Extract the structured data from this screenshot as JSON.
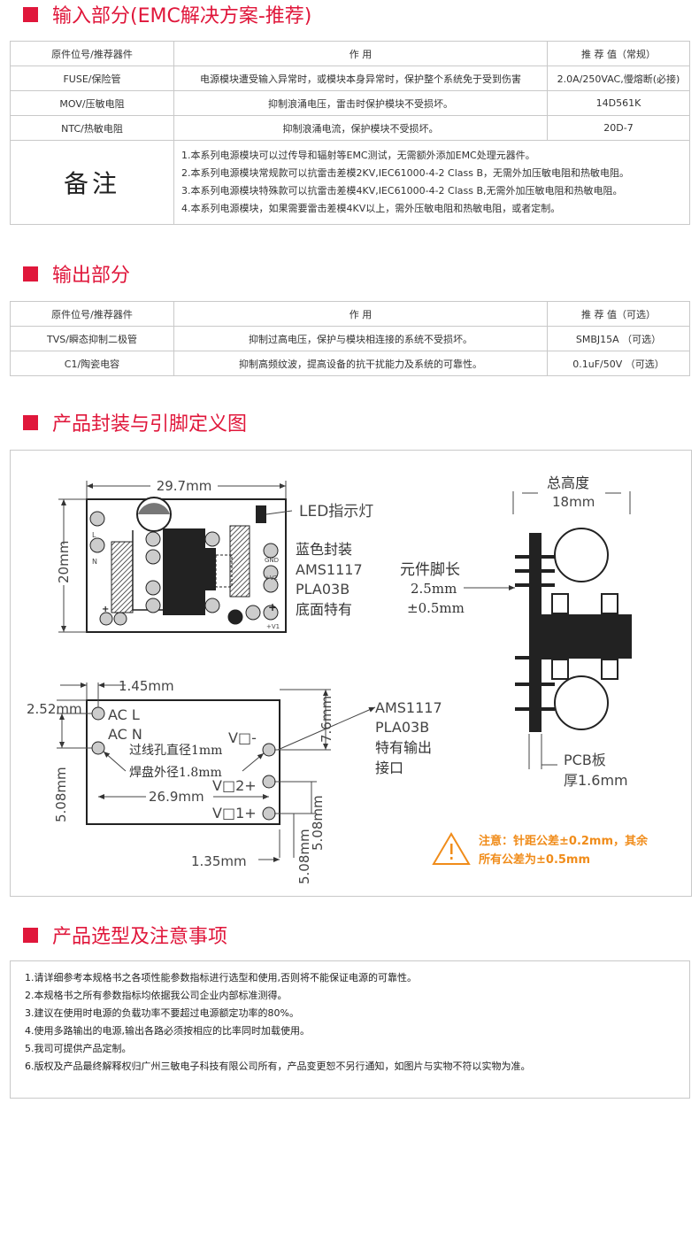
{
  "sections": {
    "input": {
      "title": "输入部分(EMC解决方案-推荐)"
    },
    "output": {
      "title": "输出部分"
    },
    "package": {
      "title": "产品封装与引脚定义图"
    },
    "selection": {
      "title": "产品选型及注意事项"
    }
  },
  "input_table": {
    "headers": [
      "原件位号/推荐器件",
      "作 用",
      "推 荐 值（常规）"
    ],
    "rows": [
      [
        "FUSE/保险管",
        "电源模块遭受输入异常时，或模块本身异常时，保护整个系统免于受到伤害",
        "2.0A/250VAC,慢熔断(必接)"
      ],
      [
        "MOV/压敏电阻",
        "抑制浪涌电压，雷击时保护模块不受损坏。",
        "14D561K"
      ],
      [
        "NTC/热敏电阻",
        "抑制浪涌电流，保护模块不受损坏。",
        "20D-7"
      ]
    ],
    "note_label": "备注",
    "notes": [
      "1.本系列电源模块可以过传导和辐射等EMC测试，无需额外添加EMC处理元器件。",
      "2.本系列电源模块常规款可以抗雷击差模2KV,IEC61000-4-2 Class B，无需外加压敏电阻和热敏电阻。",
      "3.本系列电源模块特殊款可以抗雷击差模4KV,IEC61000-4-2 Class B,无需外加压敏电阻和热敏电阻。",
      "4.本系列电源模块，如果需要雷击差模4KV以上，需外压敏电阻和热敏电阻，或者定制。"
    ]
  },
  "output_table": {
    "headers": [
      "原件位号/推荐器件",
      "作 用",
      "推 荐 值（可选）"
    ],
    "rows": [
      [
        "TVS/瞬态抑制二极管",
        "抑制过高电压，保护与模块相连接的系统不受损坏。",
        "SMBJ15A （可选）"
      ],
      [
        "C1/陶瓷电容",
        "抑制高频纹波，提高设备的抗干扰能力及系统的可靠性。",
        "0.1uF/50V （可选）"
      ]
    ]
  },
  "diagram": {
    "width_dim": "29.7mm",
    "height_dim": "20mm",
    "led_label": "LED指示灯",
    "blue_pkg": [
      "蓝色封装",
      "AMS1117",
      "PLA03B",
      "底面特有"
    ],
    "pin_len": [
      "元件脚长",
      "2.5mm",
      "±0.5mm"
    ],
    "total_height": [
      "总高度",
      "18mm"
    ],
    "pcb": [
      "PCB板",
      "厚1.6mm"
    ],
    "dim_145": "1.45mm",
    "dim_252": "2.52mm",
    "ac_l": "AC  L",
    "ac_n": "AC  N",
    "vo_minus": "V□-",
    "vo2_plus": "V□2+",
    "vo1_plus": "V□1+",
    "via": "过线孔直径1mm",
    "pad": "焊盘外径1.8mm",
    "dim_269": "26.9mm",
    "dim_76": "7.6mm",
    "dim_508_left": "5.08mm",
    "dim_508_right": "5.08mm",
    "dim_508_bottom": "5.08mm",
    "dim_135": "1.35mm",
    "special_out": [
      "AMS1117",
      "PLA03B",
      "特有输出",
      "接口"
    ],
    "warning": [
      "注意：针距公差±0.2mm，其余",
      "所有公差为±0.5mm"
    ],
    "pcb_pins_top": [
      "L",
      "N"
    ],
    "pcb_pins_right": [
      "GND",
      "+V2",
      "+V1"
    ]
  },
  "selection_notes": [
    "1.请详细参考本规格书之各项性能参数指标进行选型和使用,否则将不能保证电源的可靠性。",
    "2.本规格书之所有参数指标均依据我公司企业内部标准测得。",
    "3.建议在使用时电源的负载功率不要超过电源额定功率的80%。",
    "4.使用多路输出的电源,输出各路必须按相应的比率同时加载使用。",
    "5.我司可提供产品定制。",
    "6.版权及产品最终解释权归广州三敏电子科技有限公司所有，产品变更恕不另行通知，如图片与实物不符以实物为准。"
  ],
  "colors": {
    "accent": "#e0173b",
    "warning": "#f08c1a",
    "border": "#c9c9c9"
  }
}
